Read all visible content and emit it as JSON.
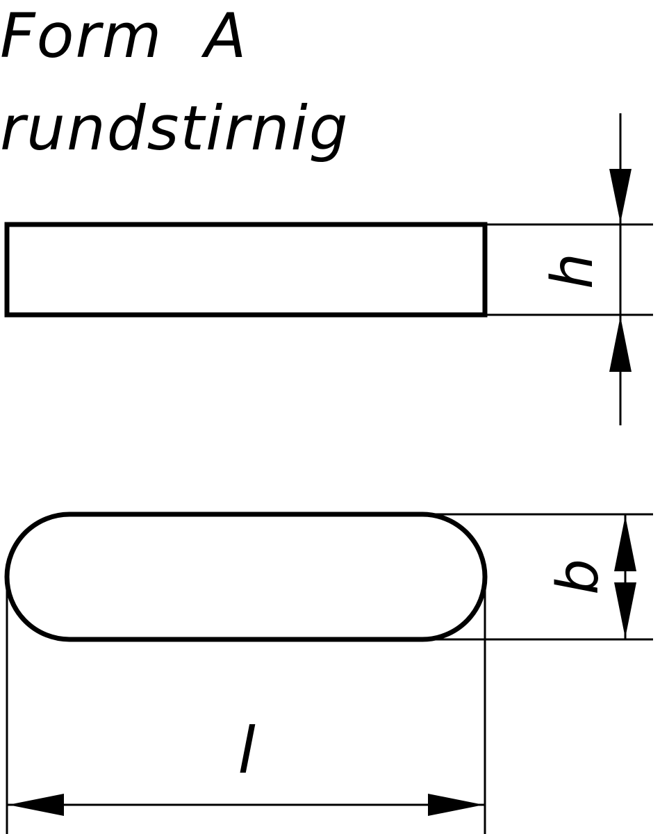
{
  "title": {
    "line1": "Form  A",
    "line2": "rundstirnig"
  },
  "dimensions": {
    "height_label": "h",
    "width_label": "b",
    "length_label": "l"
  }
}
